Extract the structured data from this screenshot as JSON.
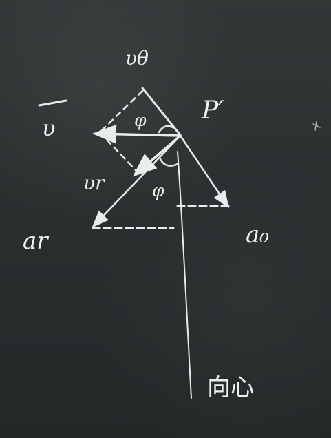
{
  "labels": {
    "v_theta": "υθ",
    "v_bar": "υ",
    "p_prime": "P′",
    "phi_upper": "φ",
    "v_r": "υr",
    "phi_lower": "φ",
    "a_r": "ar",
    "a_o": "a₀",
    "handwritten_cn": "向心"
  },
  "colors": {
    "chalk": "#e9ecec",
    "board": "#2b2f30"
  }
}
